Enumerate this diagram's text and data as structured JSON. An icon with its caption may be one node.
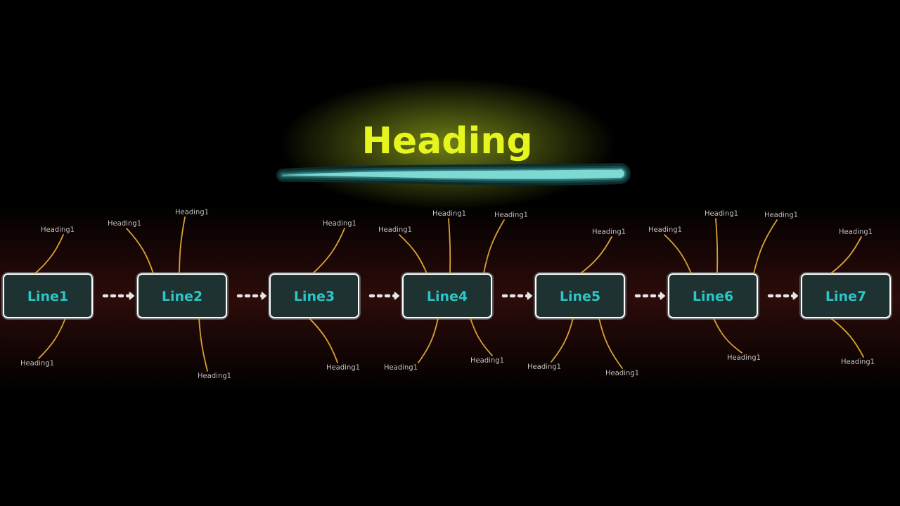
{
  "diagram": {
    "title": "Heading",
    "nodes": [
      {
        "text": [
          "Line1"
        ]
      },
      {
        "text": [
          "Line2"
        ]
      },
      {
        "text": [
          "Line3"
        ]
      },
      {
        "text": [
          "Line4"
        ]
      },
      {
        "text": [
          "Line5"
        ]
      },
      {
        "text": [
          "Line6"
        ]
      },
      {
        "text": [
          "Line7"
        ]
      },
      {
        "text": [
          "Heading1"
        ]
      },
      {
        "text": [
          "Heading1"
        ]
      },
      {
        "text": [
          "Heading1"
        ]
      },
      {
        "text": [
          "Heading1"
        ]
      },
      {
        "text": [
          "Heading1"
        ]
      },
      {
        "text": [
          "Heading1"
        ]
      },
      {
        "text": [
          "Heading1"
        ]
      },
      {
        "text": [
          "Heading1"
        ]
      },
      {
        "text": [
          "Heading1"
        ]
      },
      {
        "text": [
          "Heading1"
        ]
      },
      {
        "text": [
          "Heading1"
        ]
      },
      {
        "text": [
          "Heading1"
        ]
      },
      {
        "text": [
          "Heading1"
        ]
      },
      {
        "text": [
          "Heading1"
        ]
      },
      {
        "text": [
          "Heading1"
        ]
      },
      {
        "text": [
          "Heading1"
        ]
      },
      {
        "text": [
          "Heading1"
        ]
      },
      {
        "text": [
          "Heading1"
        ]
      },
      {
        "text": [
          "Heading1"
        ]
      },
      {
        "text": [
          "Heading1"
        ]
      },
      {
        "text": [
          "Heading1"
        ]
      }
    ],
    "edges": [
      {
        "from": 0,
        "to": 1,
        "arrow": "to",
        "style": "dashed",
        "color": "#e6e6e6"
      },
      {
        "from": 1,
        "to": 2,
        "arrow": "to",
        "style": "dashed",
        "color": "#e6e6e6"
      },
      {
        "from": 2,
        "to": 3,
        "arrow": "to",
        "style": "dashed",
        "color": "#e6e6e6"
      },
      {
        "from": 3,
        "to": 4,
        "arrow": "to",
        "style": "dashed",
        "color": "#e6e6e6"
      },
      {
        "from": 4,
        "to": 5,
        "arrow": "to",
        "style": "dashed",
        "color": "#e6e6e6"
      },
      {
        "from": 5,
        "to": 6,
        "arrow": "to",
        "style": "dashed",
        "color": "#e6e6e6"
      },
      {
        "from": 7,
        "to": 0,
        "arrow": "none"
      },
      {
        "from": 8,
        "to": 0,
        "arrow": "none"
      },
      {
        "from": 9,
        "to": 1,
        "arrow": "none"
      },
      {
        "from": 10,
        "to": 1,
        "arrow": "none"
      },
      {
        "from": 11,
        "to": 1,
        "arrow": "none"
      },
      {
        "from": 12,
        "to": 2,
        "arrow": "none"
      },
      {
        "from": 13,
        "to": 2,
        "arrow": "none"
      },
      {
        "from": 14,
        "to": 3,
        "arrow": "none"
      },
      {
        "from": 15,
        "to": 3,
        "arrow": "none"
      },
      {
        "from": 16,
        "to": 3,
        "arrow": "none"
      },
      {
        "from": 17,
        "to": 3,
        "arrow": "none"
      },
      {
        "from": 18,
        "to": 3,
        "arrow": "none"
      },
      {
        "from": 19,
        "to": 4,
        "arrow": "none"
      },
      {
        "from": 20,
        "to": 4,
        "arrow": "none"
      },
      {
        "from": 21,
        "to": 4,
        "arrow": "none"
      },
      {
        "from": 22,
        "to": 5,
        "arrow": "none"
      },
      {
        "from": 23,
        "to": 5,
        "arrow": "none"
      },
      {
        "from": 24,
        "to": 5,
        "arrow": "none"
      },
      {
        "from": 25,
        "to": 5,
        "arrow": "none"
      },
      {
        "from": 26,
        "to": 6,
        "arrow": "none"
      },
      {
        "from": 27,
        "to": 6,
        "arrow": "none"
      }
    ]
  }
}
